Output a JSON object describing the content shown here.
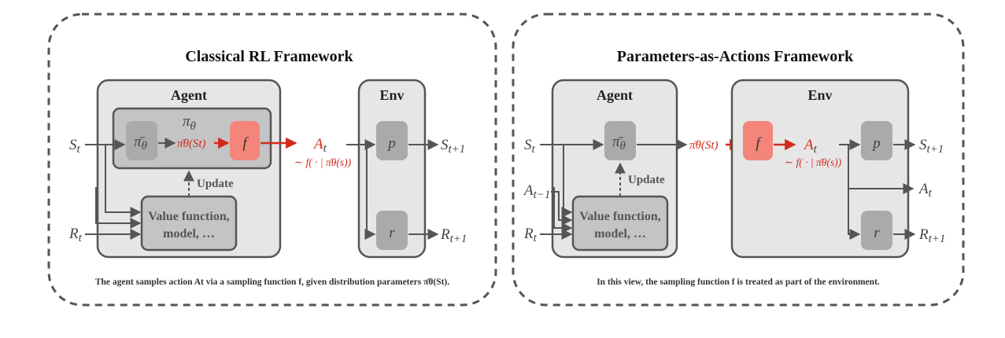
{
  "left": {
    "title": "Classical RL Framework",
    "agent_label": "Agent",
    "env_label": "Env",
    "policy_label": "π",
    "policy_sub": "θ",
    "pibar": "π̄",
    "pibar_sub": "θ",
    "pibar_st": "π̄θ(St)",
    "f_label": "f",
    "update_label": "Update",
    "value_line1": "Value function,",
    "value_line2": "model, …",
    "at": "A",
    "at_sub": "t",
    "at_dist": "∼ f( · | π̄θ(s))",
    "p_label": "p",
    "r_label": "r",
    "st": "S",
    "st_sub": "t",
    "rt": "R",
    "rt_sub": "t",
    "st1": "S",
    "st1_sub": "t+1",
    "rt1": "R",
    "rt1_sub": "t+1",
    "caption": "The agent samples action At via a sampling function f, given distribution parameters π̄θ(St)."
  },
  "right": {
    "title": "Parameters-as-Actions Framework",
    "agent_label": "Agent",
    "env_label": "Env",
    "pibar": "π̄",
    "pibar_sub": "θ",
    "pibar_st": "π̄θ(St)",
    "f_label": "f",
    "update_label": "Update",
    "value_line1": "Value function,",
    "value_line2": "model, …",
    "at": "A",
    "at_sub": "t",
    "at_dist": "∼ f( · | π̄θ(s))",
    "p_label": "p",
    "r_label": "r",
    "st": "S",
    "st_sub": "t",
    "at_prev": "A",
    "at_prev_sub": "t−1",
    "rt": "R",
    "rt_sub": "t",
    "st1": "S",
    "st1_sub": "t+1",
    "at_out": "A",
    "at_out_sub": "t",
    "rt1": "R",
    "rt1_sub": "t+1",
    "caption": "In this view, the sampling function f is treated as part of the environment."
  },
  "colors": {
    "red": "#d42a1c",
    "f_fill": "#f4857a",
    "panel_fill": "#e6e6e6",
    "inner_fill": "#c4c4c4",
    "node_fill": "#b8b8b8",
    "stroke": "#555555"
  }
}
